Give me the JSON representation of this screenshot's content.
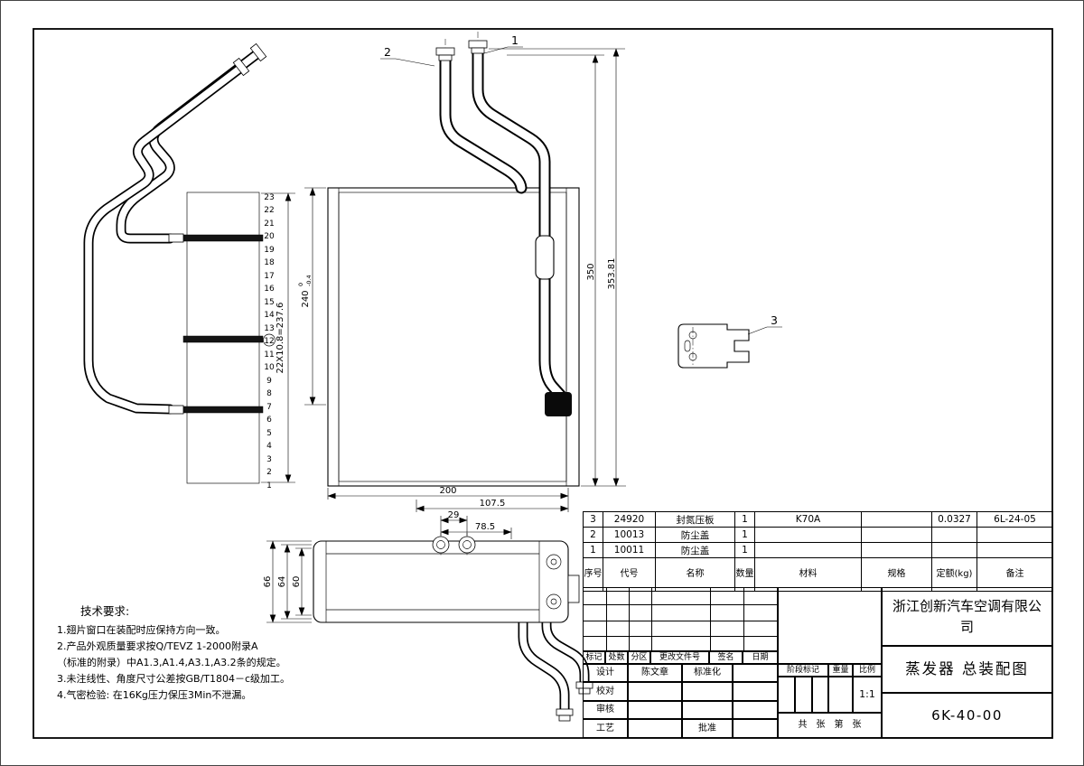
{
  "tech_requirements": {
    "heading": "技术要求:",
    "lines": [
      "1.翅片窗口在装配时应保持方向一致。",
      "2.产品外观质量要求按Q/TEVZ 1-2000附录A",
      "（标准的附录）中A1.3,A1.4,A3.1,A3.2条的规定。",
      "3.未注线性、角度尺寸公差按GB/T1804－c级加工。",
      "4.气密检验: 在16Kg压力保压3Min不泄漏。"
    ]
  },
  "bom": {
    "headers": [
      "序号",
      "代号",
      "名称",
      "数量",
      "材料",
      "规格",
      "定额(kg)",
      "备注"
    ],
    "rows": [
      [
        "3",
        "24920",
        "封氮压板",
        "1",
        "K70A",
        "",
        "0.0327",
        "6L-24-05"
      ],
      [
        "2",
        "10013",
        "防尘盖",
        "1",
        "",
        "",
        "",
        ""
      ],
      [
        "1",
        "10011",
        "防尘盖",
        "1",
        "",
        "",
        "",
        ""
      ]
    ]
  },
  "title_block": {
    "rev_headers": [
      "标记",
      "处数",
      "分区",
      "更改文件号",
      "签名",
      "日期"
    ],
    "roles": {
      "design": "设计",
      "designer_name": "陈文章",
      "standardization": "标准化",
      "check": "校对",
      "audit": "审核",
      "process": "工艺",
      "approve": "批准"
    },
    "stage_mark": "阶段标记",
    "weight": "重量",
    "scale_label": "比例",
    "scale_value": "1:1",
    "sheets": "共　张　第　张",
    "company": "浙江创新汽车空调有限公司",
    "title": "蒸发器 总装配图",
    "number": "6K-40-00"
  },
  "dimensions": {
    "fin_pitch": "22X10.8=237.6",
    "core_height": "240",
    "tol_upper": "0",
    "tol_lower": "-0.4",
    "overall_350": "350",
    "overall_353": "353.81",
    "width_200": "200",
    "width_107_5": "107.5",
    "pitch_29": "29",
    "width_78_5": "78.5",
    "depth_66": "66",
    "depth_64": "64",
    "depth_60": "60"
  },
  "callouts": {
    "c1": "1",
    "c2": "2",
    "c3": "3"
  },
  "fin_numbers": [
    "23",
    "22",
    "21",
    "20",
    "19",
    "18",
    "17",
    "16",
    "15",
    "14",
    "13",
    "12",
    "11",
    "10",
    "9",
    "8",
    "7",
    "6",
    "5",
    "4",
    "3",
    "2",
    "1"
  ]
}
